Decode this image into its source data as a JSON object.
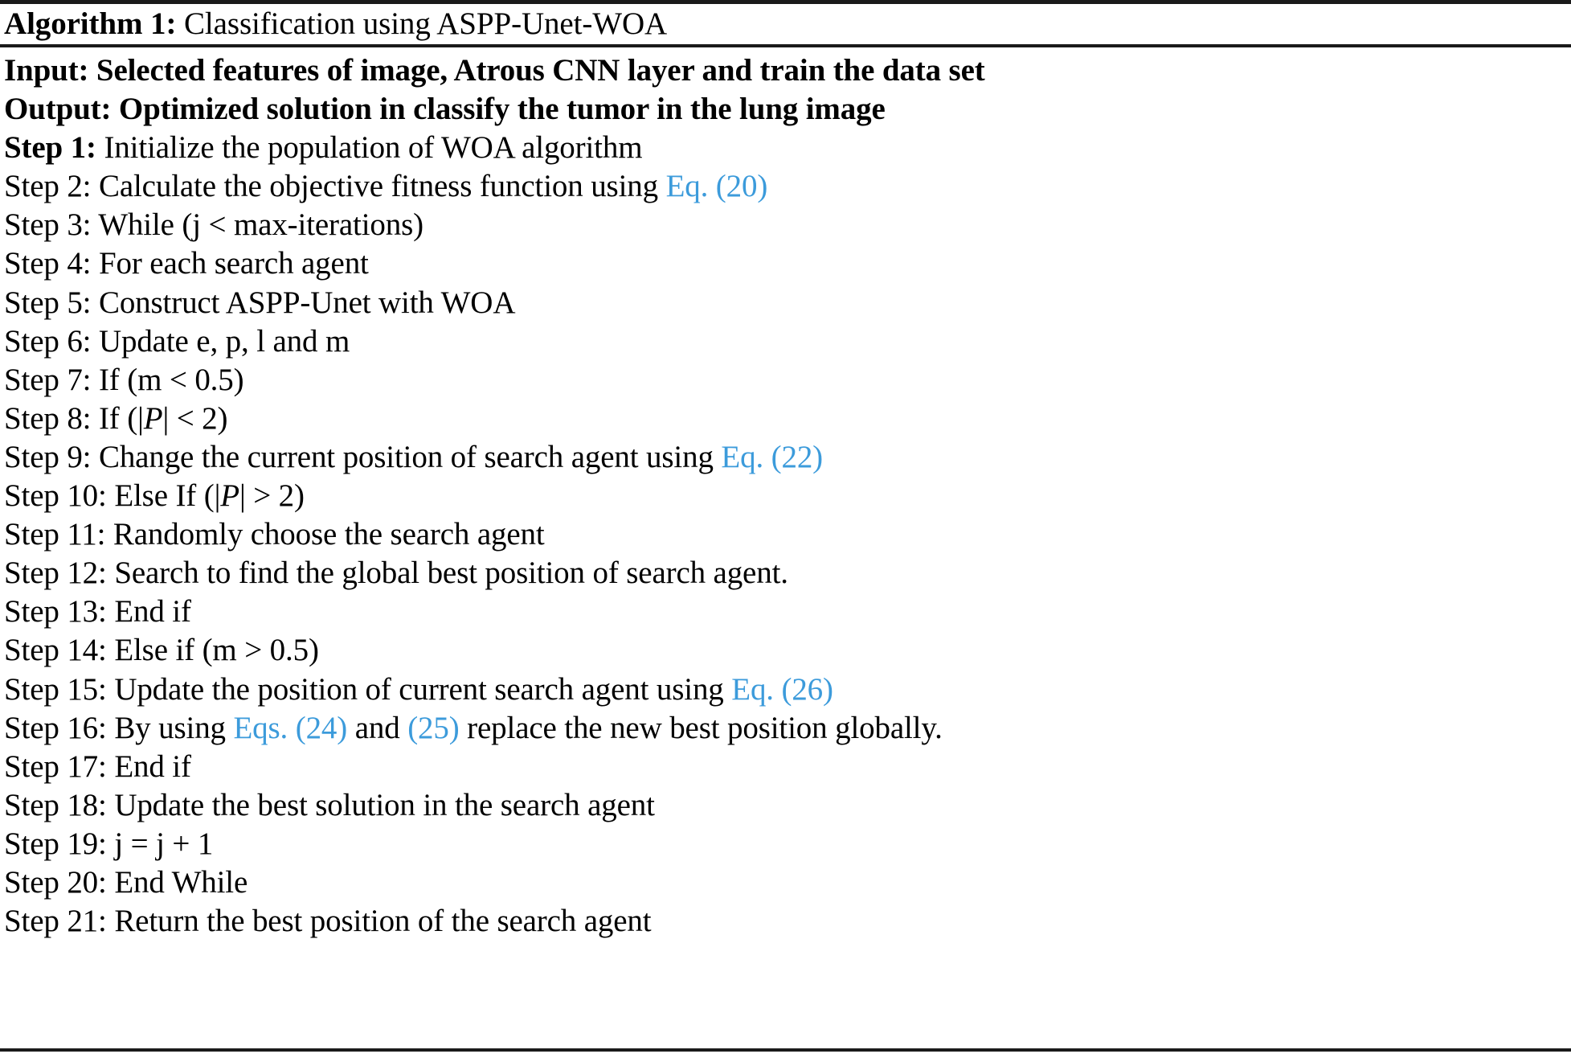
{
  "colors": {
    "text": "#000000",
    "link": "#3c9bdb",
    "rule": "#1a1a1a",
    "background": "#ffffff"
  },
  "caption": {
    "label": "Algorithm 1:",
    "title": "Classification using ASPP-Unet-WOA",
    "tokens": [
      {
        "text": "Algorithm 1:",
        "style": "bold"
      },
      {
        "text": " Classification using ASPP-Unet-WOA",
        "style": "plain"
      }
    ]
  },
  "io": {
    "input_label": "Input:",
    "input_text": "Selected features of image, Atrous CNN layer and train the data set",
    "output_label": "Output:",
    "output_text": "Optimized solution in classify the tumor in the lung image"
  },
  "lines": [
    {
      "id": "input",
      "plain_text": "Input: Selected features of image, Atrous CNN layer and train the data set",
      "tokens": [
        {
          "text": "Input: Selected features of image, Atrous CNN layer and train the data set",
          "style": "bold"
        }
      ]
    },
    {
      "id": "output",
      "plain_text": "Output: Optimized solution in classify the tumor in the lung image",
      "tokens": [
        {
          "text": "Output: Optimized solution in classify the tumor in the lung image",
          "style": "bold"
        }
      ]
    },
    {
      "id": "step-1",
      "plain_text": "Step 1: Initialize the population of WOA algorithm",
      "tokens": [
        {
          "text": "Step 1:",
          "style": "bold"
        },
        {
          "text": " Initialize the population of WOA algorithm",
          "style": "plain"
        }
      ]
    },
    {
      "id": "step-2",
      "plain_text": "Step 2: Calculate the objective fitness function using Eq. (20)",
      "tokens": [
        {
          "text": "Step 2: Calculate the objective fitness function using ",
          "style": "plain"
        },
        {
          "text": "Eq. (20)",
          "style": "link"
        }
      ]
    },
    {
      "id": "step-3",
      "plain_text": "Step 3: While (j < max-iterations)",
      "tokens": [
        {
          "text": "Step 3: While (j ",
          "style": "plain"
        },
        {
          "text": "<",
          "style": "plain"
        },
        {
          "text": " max-iterations)",
          "style": "plain"
        }
      ]
    },
    {
      "id": "step-4",
      "plain_text": "Step 4: For each search agent",
      "tokens": [
        {
          "text": "Step 4: For each search agent",
          "style": "plain"
        }
      ]
    },
    {
      "id": "step-5",
      "plain_text": "Step 5: Construct ASPP-Unet with WOA",
      "tokens": [
        {
          "text": "Step 5: Construct ASPP-Unet with WOA",
          "style": "plain"
        }
      ]
    },
    {
      "id": "step-6",
      "plain_text": "Step 6: Update e, p, l and m",
      "tokens": [
        {
          "text": "Step 6: Update e, p, l and m",
          "style": "plain"
        }
      ]
    },
    {
      "id": "step-7",
      "plain_text": "Step 7: If (m < 0.5)",
      "tokens": [
        {
          "text": "Step 7: If (m ",
          "style": "plain"
        },
        {
          "text": "<",
          "style": "plain"
        },
        {
          "text": " 0.5)",
          "style": "plain"
        }
      ]
    },
    {
      "id": "step-8",
      "plain_text": "Step 8: If (|P| < 2)",
      "tokens": [
        {
          "text": "Step 8: If (|",
          "style": "plain"
        },
        {
          "text": "P",
          "style": "italic"
        },
        {
          "text": "| ",
          "style": "plain"
        },
        {
          "text": "<",
          "style": "plain"
        },
        {
          "text": " 2)",
          "style": "plain"
        }
      ]
    },
    {
      "id": "step-9",
      "plain_text": "Step 9: Change the current position of search agent using Eq. (22)",
      "tokens": [
        {
          "text": "Step 9: Change the current position of search agent using ",
          "style": "plain"
        },
        {
          "text": "Eq. (22)",
          "style": "link"
        }
      ]
    },
    {
      "id": "step-10",
      "plain_text": "Step 10: Else If (|P| > 2)",
      "tokens": [
        {
          "text": "Step 10: Else If (|",
          "style": "plain"
        },
        {
          "text": "P",
          "style": "italic"
        },
        {
          "text": "| ",
          "style": "plain"
        },
        {
          "text": ">",
          "style": "plain"
        },
        {
          "text": " 2)",
          "style": "plain"
        }
      ]
    },
    {
      "id": "step-11",
      "plain_text": "Step 11: Randomly choose the search agent",
      "tokens": [
        {
          "text": "Step 11: Randomly choose the search agent",
          "style": "plain"
        }
      ]
    },
    {
      "id": "step-12",
      "plain_text": "Step 12: Search to find the global best position of search agent.",
      "tokens": [
        {
          "text": "Step 12: Search to find the global best position of search agent.",
          "style": "plain"
        }
      ]
    },
    {
      "id": "step-13",
      "plain_text": "Step 13: End if",
      "tokens": [
        {
          "text": "Step 13: End if",
          "style": "plain"
        }
      ]
    },
    {
      "id": "step-14",
      "plain_text": "Step 14: Else if (m > 0.5)",
      "tokens": [
        {
          "text": "Step 14: Else if (m ",
          "style": "plain"
        },
        {
          "text": ">",
          "style": "plain"
        },
        {
          "text": " 0.5)",
          "style": "plain"
        }
      ]
    },
    {
      "id": "step-15",
      "plain_text": "Step 15: Update the position of current search agent using Eq. (26)",
      "tokens": [
        {
          "text": "Step 15: Update the position of current search agent using ",
          "style": "plain"
        },
        {
          "text": "Eq. (26)",
          "style": "link"
        }
      ]
    },
    {
      "id": "step-16",
      "plain_text": "Step 16: By using Eqs. (24) and (25) replace the new best position globally.",
      "tokens": [
        {
          "text": "Step 16: By using ",
          "style": "plain"
        },
        {
          "text": "Eqs. (24)",
          "style": "link"
        },
        {
          "text": " and ",
          "style": "plain"
        },
        {
          "text": "(25)",
          "style": "link"
        },
        {
          "text": " replace the new best position globally.",
          "style": "plain"
        }
      ]
    },
    {
      "id": "step-17",
      "plain_text": "Step 17: End if",
      "tokens": [
        {
          "text": "Step 17: End if",
          "style": "plain"
        }
      ]
    },
    {
      "id": "step-18",
      "plain_text": "Step 18: Update the best solution in the search agent",
      "tokens": [
        {
          "text": "Step 18: Update the best solution in the search agent",
          "style": "plain"
        }
      ]
    },
    {
      "id": "step-19",
      "plain_text": "Step 19: j = j + 1",
      "tokens": [
        {
          "text": "Step 19: j ",
          "style": "plain"
        },
        {
          "text": "=",
          "style": "plain"
        },
        {
          "text": " j ",
          "style": "plain"
        },
        {
          "text": "+",
          "style": "plain"
        },
        {
          "text": " 1",
          "style": "plain"
        }
      ]
    },
    {
      "id": "step-20",
      "plain_text": "Step 20: End While",
      "tokens": [
        {
          "text": "Step 20: End While",
          "style": "plain"
        }
      ]
    },
    {
      "id": "step-21",
      "plain_text": "Step 21: Return the best position of the search agent",
      "tokens": [
        {
          "text": "Step 21: Return the best position of the search agent",
          "style": "plain"
        }
      ]
    }
  ]
}
